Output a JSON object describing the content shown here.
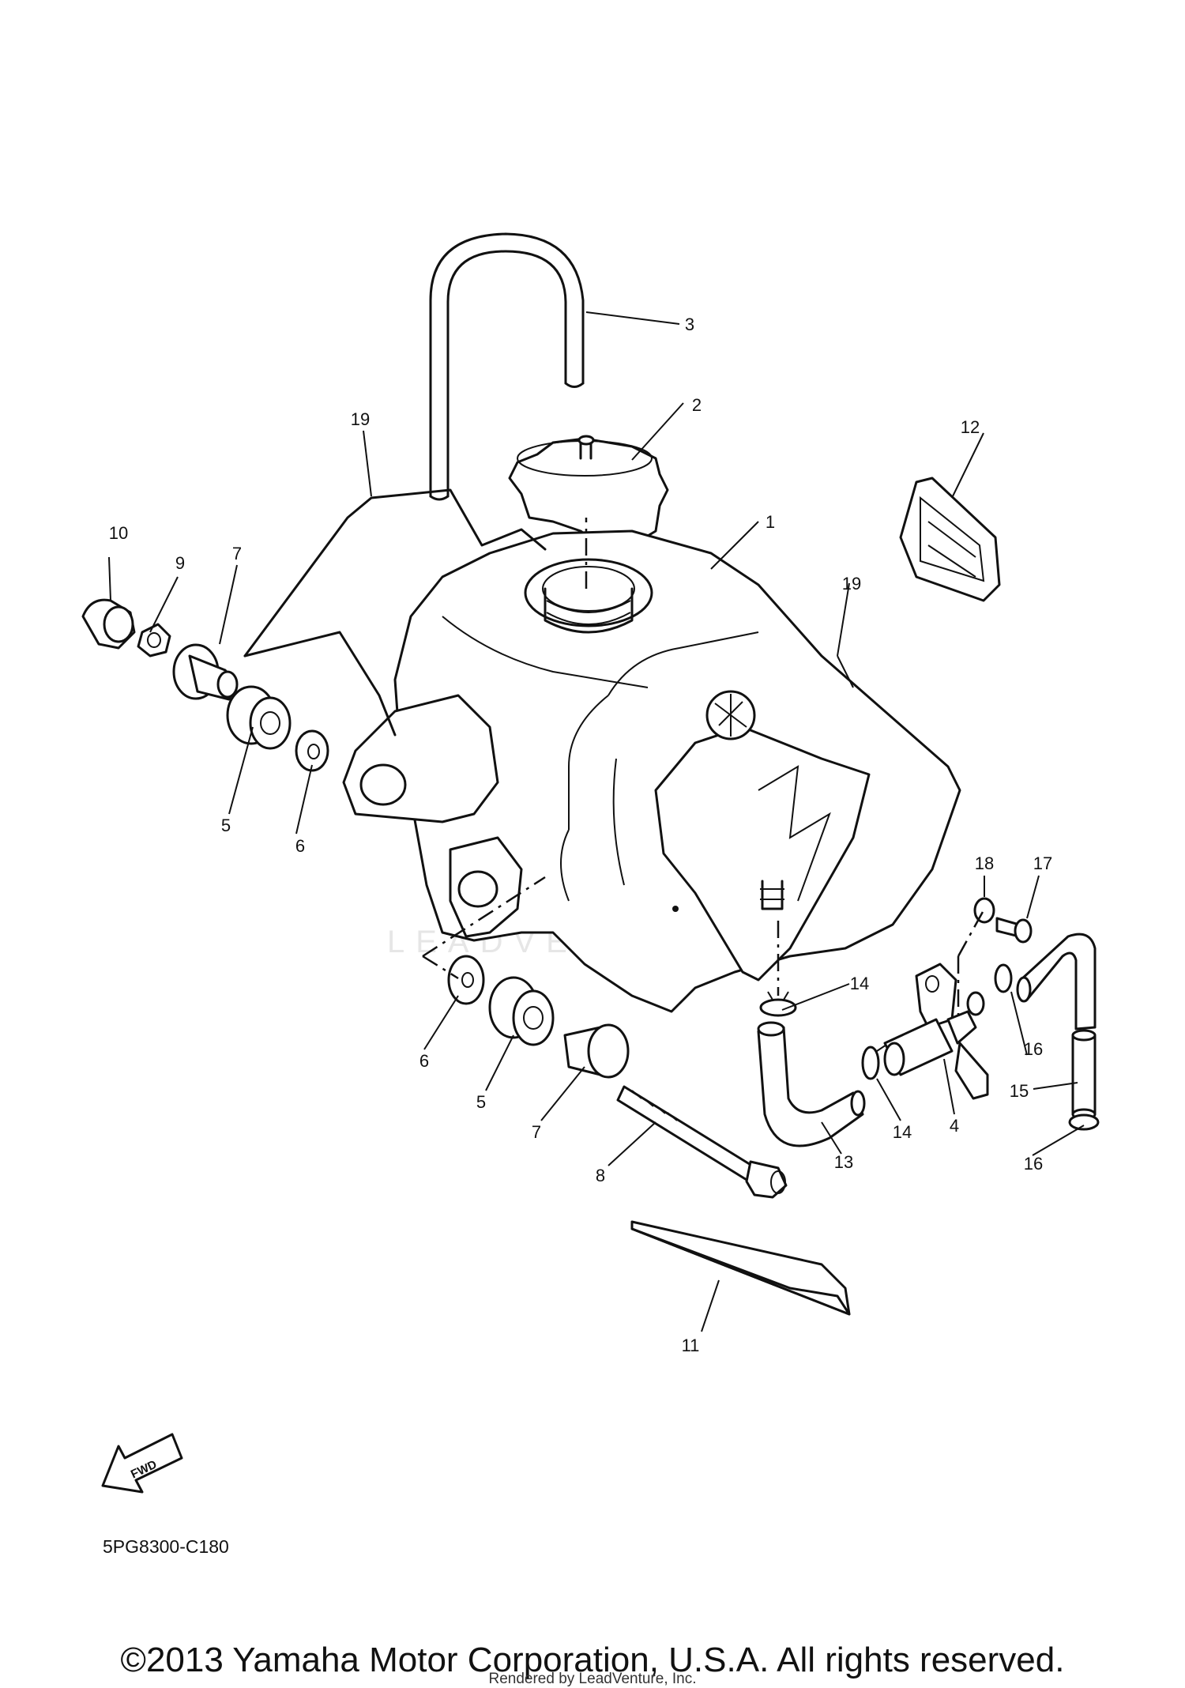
{
  "diagram": {
    "part_code": "5PG8300-C180",
    "fwd_label": "FWD",
    "watermark": "LEADVENTURE",
    "callouts": [
      {
        "id": "c1",
        "label": "1"
      },
      {
        "id": "c2",
        "label": "2"
      },
      {
        "id": "c3",
        "label": "3"
      },
      {
        "id": "c4",
        "label": "4"
      },
      {
        "id": "c5a",
        "label": "5"
      },
      {
        "id": "c5b",
        "label": "5"
      },
      {
        "id": "c6a",
        "label": "6"
      },
      {
        "id": "c6b",
        "label": "6"
      },
      {
        "id": "c7a",
        "label": "7"
      },
      {
        "id": "c7b",
        "label": "7"
      },
      {
        "id": "c8",
        "label": "8"
      },
      {
        "id": "c9",
        "label": "9"
      },
      {
        "id": "c10",
        "label": "10"
      },
      {
        "id": "c11",
        "label": "11"
      },
      {
        "id": "c12",
        "label": "12"
      },
      {
        "id": "c13",
        "label": "13"
      },
      {
        "id": "c14a",
        "label": "14"
      },
      {
        "id": "c14b",
        "label": "14"
      },
      {
        "id": "c15",
        "label": "15"
      },
      {
        "id": "c16a",
        "label": "16"
      },
      {
        "id": "c16b",
        "label": "16"
      },
      {
        "id": "c17",
        "label": "17"
      },
      {
        "id": "c18",
        "label": "18"
      },
      {
        "id": "c19a",
        "label": "19"
      },
      {
        "id": "c19b",
        "label": "19"
      }
    ]
  },
  "footer": {
    "copyright": "©2013 Yamaha Motor Corporation, U.S.A. All rights reserved.",
    "rendered_by": "Rendered by LeadVenture, Inc."
  }
}
